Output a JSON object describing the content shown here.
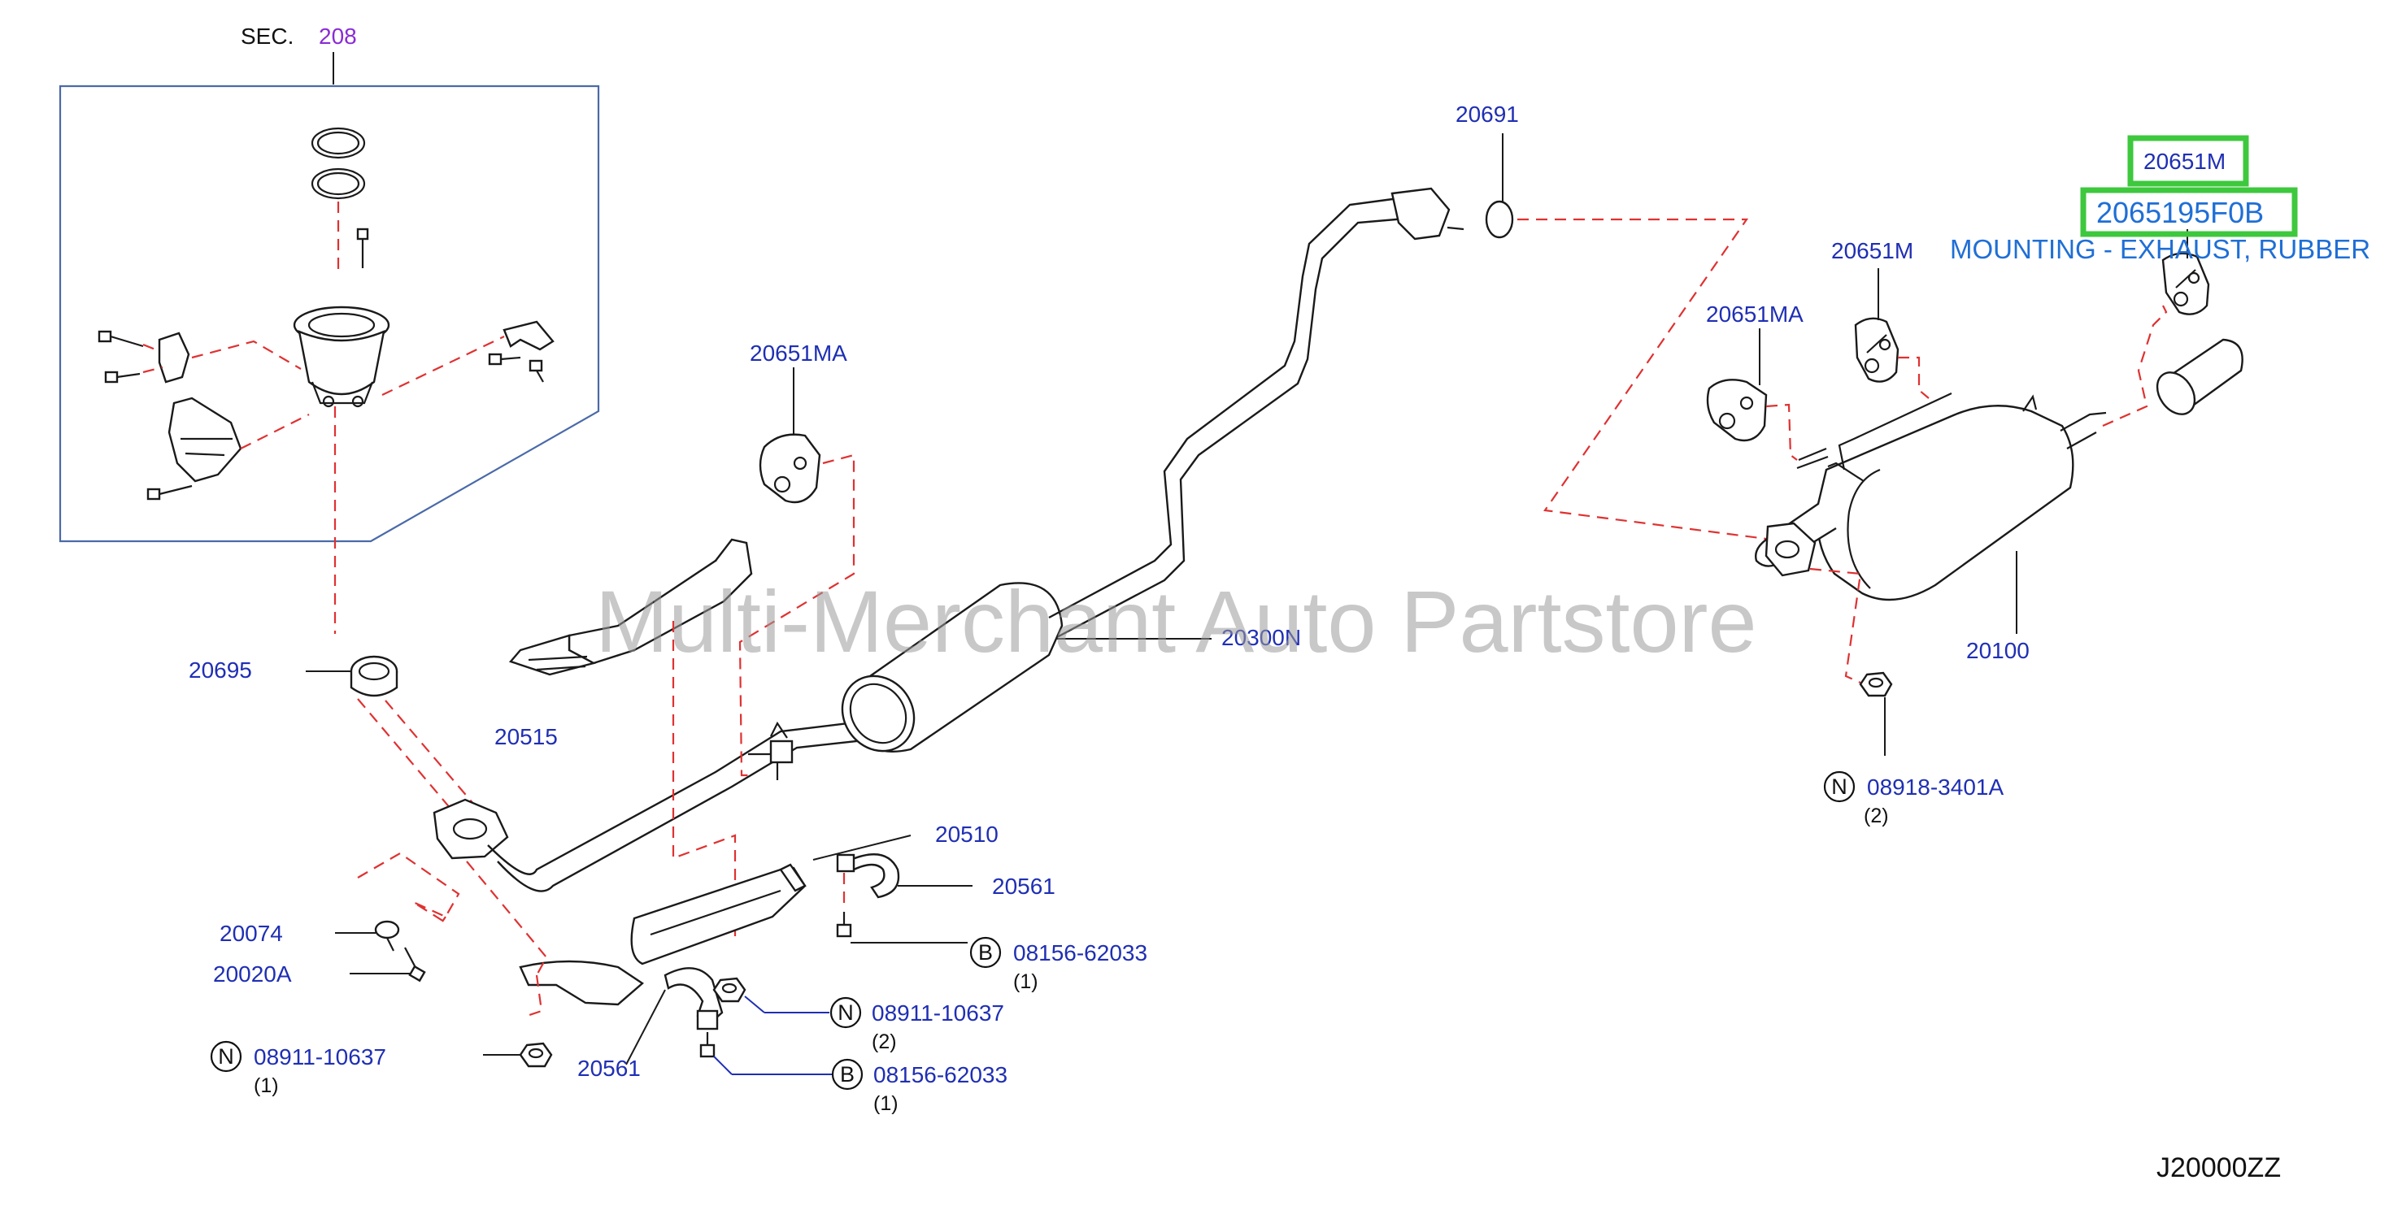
{
  "section": {
    "prefix": "SEC.",
    "number": "208"
  },
  "watermark": "Multi-Merchant Auto Partstore",
  "diagram_code": "J20000ZZ",
  "highlight": {
    "part_number": "20651M",
    "full_part_number": "2065195F0B",
    "description": "MOUNTING - EXHAUST, RUBBER"
  },
  "labels": {
    "p20691": "20691",
    "p20651M_left": "20651M",
    "p20651MA_right": "20651MA",
    "p20651MA_center": "20651MA",
    "p20300N": "20300N",
    "p20100": "20100",
    "p20695": "20695",
    "p20515": "20515",
    "p20510": "20510",
    "p20561_top": "20561",
    "p20561_bottom": "20561",
    "p20074": "20074",
    "p20020A": "20020A",
    "n_0891810637_left": {
      "symbol": "N",
      "number": "08911-10637",
      "qty": "(1)"
    },
    "n_0891810637_mid": {
      "symbol": "N",
      "number": "08911-10637",
      "qty": "(2)"
    },
    "n_089183401A": {
      "symbol": "N",
      "number": "08918-3401A",
      "qty": "(2)"
    },
    "b_0815662033_top": {
      "symbol": "B",
      "number": "08156-62033",
      "qty": "(1)"
    },
    "b_0815662033_bottom": {
      "symbol": "B",
      "number": "08156-62033",
      "qty": "(1)"
    }
  },
  "colors": {
    "label_blue": "#1f2fb4",
    "highlight_green": "#3ec83e",
    "dash_red": "#e03131",
    "section_purple": "#8a2bd6"
  }
}
